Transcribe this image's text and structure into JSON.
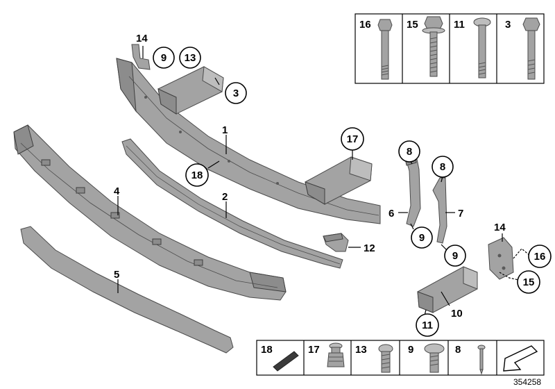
{
  "diagram": {
    "reference_number": "354258",
    "callouts": {
      "c1": "1",
      "c2": "2",
      "c3": "3",
      "c4": "4",
      "c5": "5",
      "c6": "6",
      "c7": "7",
      "c8a": "8",
      "c8b": "8",
      "c9a": "9",
      "c9b": "9",
      "c9c": "9",
      "c10": "10",
      "c11": "11",
      "c12": "12",
      "c13": "13",
      "c14a": "14",
      "c14b": "14",
      "c15": "15",
      "c16": "16",
      "c17": "17",
      "c18": "18"
    },
    "top_fastener_box": [
      "16",
      "15",
      "11",
      "3"
    ],
    "bottom_fastener_box": [
      "18",
      "17",
      "13",
      "9",
      "8"
    ]
  }
}
